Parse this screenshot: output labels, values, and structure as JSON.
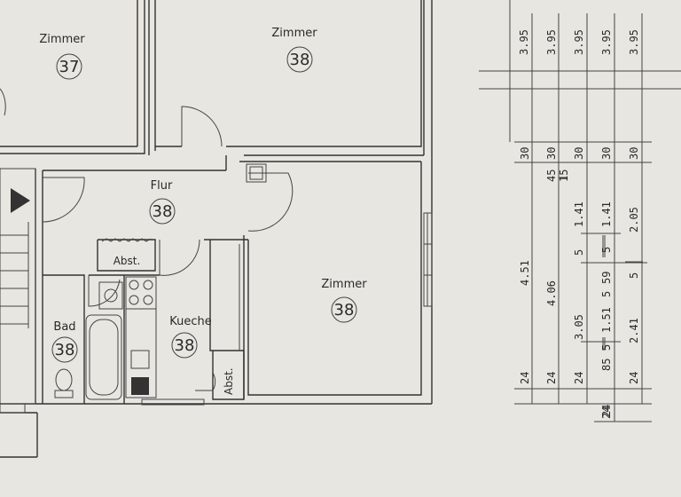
{
  "rooms": {
    "zimmer_top_left": {
      "label": "Zimmer",
      "number": "37"
    },
    "zimmer_top_right": {
      "label": "Zimmer",
      "number": "38"
    },
    "flur": {
      "label": "Flur",
      "number": "38"
    },
    "zimmer_right": {
      "label": "Zimmer",
      "number": "38"
    },
    "bad": {
      "label": "Bad",
      "number": "38"
    },
    "kueche": {
      "label": "Kueche",
      "number": "38"
    },
    "abst_flur": {
      "label": "Abst."
    },
    "abst_kueche": {
      "label": "Abst."
    }
  },
  "dimensions": {
    "top_values": [
      "3.95",
      "3.95",
      "3.95",
      "3.95",
      "3.95"
    ],
    "col1": [
      "30",
      "4.51",
      "24"
    ],
    "col2": [
      "30",
      "4.06",
      "24"
    ],
    "col3": [
      "30",
      "1.41",
      "5",
      "3.05",
      "24"
    ],
    "col4": [
      "30",
      "1.41",
      "5",
      "59",
      "5",
      "1.51",
      "5",
      "85",
      "24"
    ],
    "col5": [
      "30",
      "2.05",
      "5",
      "2.41",
      "24"
    ],
    "col2_extra": [
      "45",
      "15"
    ],
    "bottom_left": "24"
  }
}
